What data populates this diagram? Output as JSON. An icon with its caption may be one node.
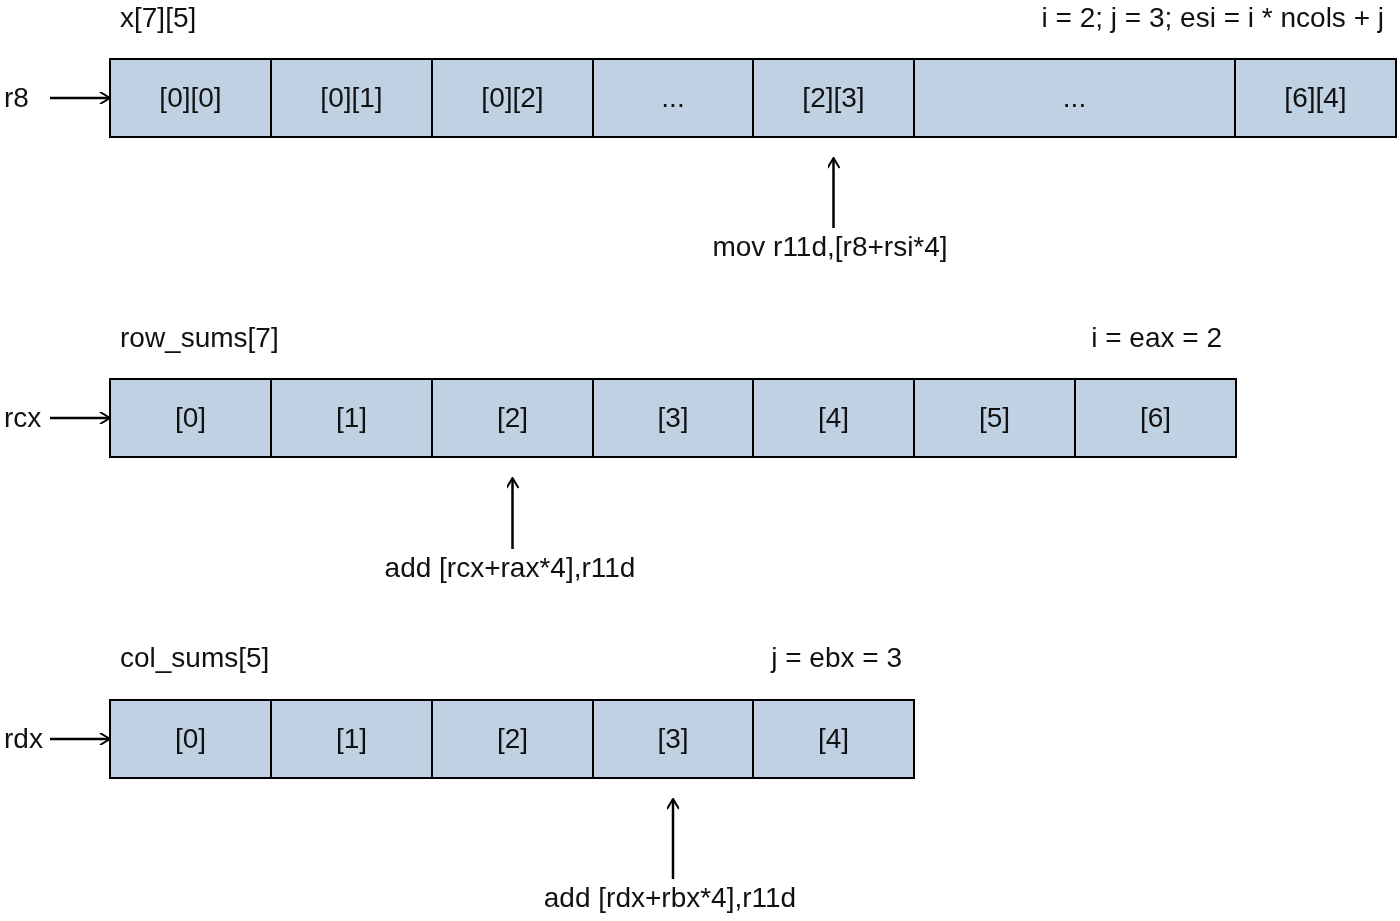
{
  "diagram": {
    "nodes": [
      {
        "text": [
          "r8"
        ]
      },
      {
        "text": [
          "[0][0]"
        ]
      },
      {
        "text": [
          "[0][1]"
        ]
      },
      {
        "text": [
          "[0][2]"
        ]
      },
      {
        "text": [
          "..."
        ]
      },
      {
        "text": [
          "[2][3]"
        ]
      },
      {
        "text": [
          "..."
        ]
      },
      {
        "text": [
          "[6][4]"
        ]
      },
      {
        "text": [
          "mov r11d,[r8+rsi*4]"
        ]
      },
      {
        "text": [
          "rcx"
        ]
      },
      {
        "text": [
          "[0]"
        ]
      },
      {
        "text": [
          "[1]"
        ]
      },
      {
        "text": [
          "[2]"
        ]
      },
      {
        "text": [
          "[3]"
        ]
      },
      {
        "text": [
          "[4]"
        ]
      },
      {
        "text": [
          "[5]"
        ]
      },
      {
        "text": [
          "[6]"
        ]
      },
      {
        "text": [
          "add [rcx+rax*4],r11d"
        ]
      },
      {
        "text": [
          "rdx"
        ]
      },
      {
        "text": [
          "[0]"
        ]
      },
      {
        "text": [
          "[1]"
        ]
      },
      {
        "text": [
          "[2]"
        ]
      },
      {
        "text": [
          "[3]"
        ]
      },
      {
        "text": [
          "[4]"
        ]
      },
      {
        "text": [
          "add [rdx+rbx*4],r11d"
        ]
      }
    ],
    "edges": [
      {
        "from": 0,
        "to": 1,
        "arrow": "to"
      },
      {
        "from": 8,
        "to": 5,
        "arrow": "to"
      },
      {
        "from": 9,
        "to": 10,
        "arrow": "to"
      },
      {
        "from": 17,
        "to": 12,
        "arrow": "to"
      },
      {
        "from": 18,
        "to": 19,
        "arrow": "to"
      },
      {
        "from": 24,
        "to": 22,
        "arrow": "to"
      }
    ],
    "labels": [
      "x[7][5]",
      "i = 2; j = 3; esi = i * ncols + j",
      "row_sums[7]",
      "i = eax = 2",
      "col_sums[5]",
      "j = ebx = 3"
    ]
  }
}
